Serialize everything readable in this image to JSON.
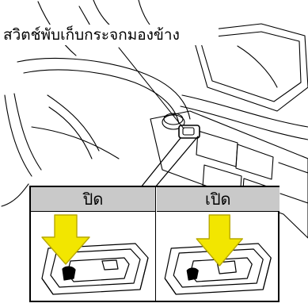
{
  "diagram": {
    "callout_label": "สวิตช์พับเก็บกระจกมองข้าง",
    "panels": [
      {
        "label": "ปิด",
        "state": "off"
      },
      {
        "label": "เปิด",
        "state": "on"
      }
    ],
    "colors": {
      "line": "#000000",
      "header_fill": "#c9c9c9",
      "arrow_fill": "#f2e600",
      "arrow_stroke": "#b8a800",
      "background": "#ffffff"
    },
    "icons": [
      "push-arrow-icon",
      "mirror-fold-switch-icon"
    ]
  }
}
